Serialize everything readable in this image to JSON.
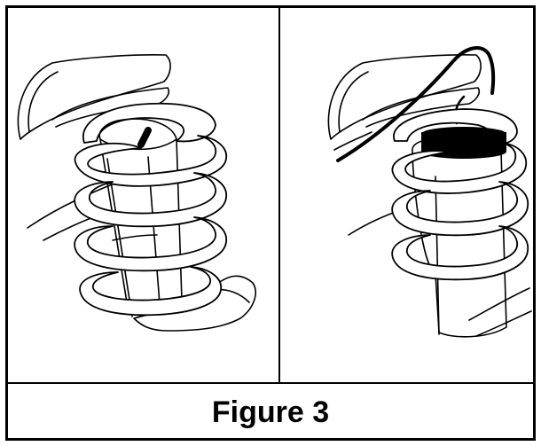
{
  "figure": {
    "caption": "Figure 3",
    "panels": [
      {
        "name": "left-illustration",
        "description": "coil-spring-with-hand-and-marked-strut"
      },
      {
        "name": "right-illustration",
        "description": "coil-spring-with-wire-and-dark-cap"
      }
    ]
  }
}
